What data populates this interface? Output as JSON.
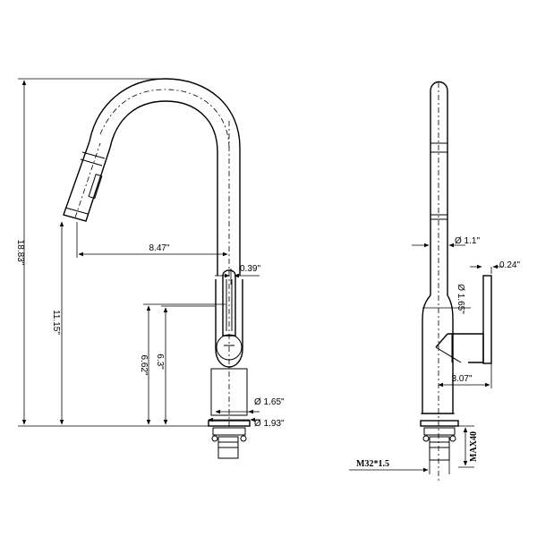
{
  "front_view": {
    "total_height": "18.83\"",
    "reach": "8.47\"",
    "spout_height": "11.15\"",
    "handle_offset": "0.39\"",
    "handle_height_a": "6.62\"",
    "handle_height_b": "6.3\"",
    "base_diameter": "Ø 1.65\"",
    "flange_diameter": "Ø 1.93\""
  },
  "side_view": {
    "spout_diameter": "Ø 1.1\"",
    "handle_thickness": "0.24\"",
    "body_diameter": "Ø 1.65\"",
    "handle_depth": "3.07\"",
    "thread": "M32*1.5",
    "max_deck": "MAX40"
  }
}
